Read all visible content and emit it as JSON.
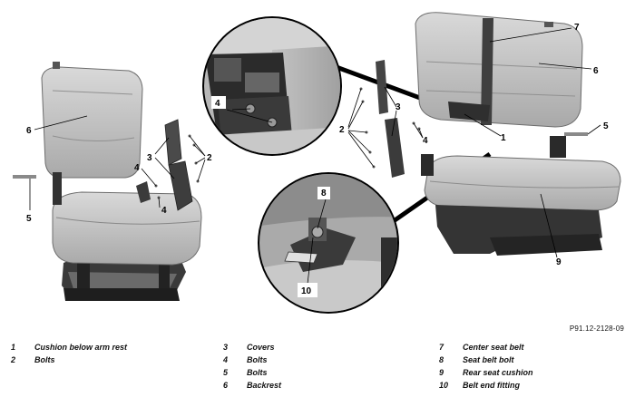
{
  "figure_code": "P91.12-2128-09",
  "callouts": {
    "left_seat": {
      "c6": "6",
      "c3": "3",
      "c2": "2",
      "c4a": "4",
      "c4b": "4",
      "c5": "5"
    },
    "zoom_top": {
      "c4": "4"
    },
    "zoom_bottom": {
      "c8": "8",
      "c10": "10"
    },
    "right_seat": {
      "c7": "7",
      "c6": "6",
      "c3": "3",
      "c2": "2",
      "c4": "4",
      "c1": "1",
      "c5": "5",
      "c9": "9"
    }
  },
  "legend": [
    [
      {
        "num": "1",
        "label": "Cushion below arm rest"
      },
      {
        "num": "2",
        "label": "Bolts"
      }
    ],
    [
      {
        "num": "3",
        "label": "Covers"
      },
      {
        "num": "4",
        "label": "Bolts"
      },
      {
        "num": "5",
        "label": "Bolts"
      },
      {
        "num": "6",
        "label": "Backrest"
      }
    ],
    [
      {
        "num": "7",
        "label": "Center seat belt"
      },
      {
        "num": "8",
        "label": "Seat belt bolt"
      },
      {
        "num": "9",
        "label": "Rear seat cushion"
      },
      {
        "num": "10",
        "label": "Belt end fitting"
      }
    ]
  ]
}
